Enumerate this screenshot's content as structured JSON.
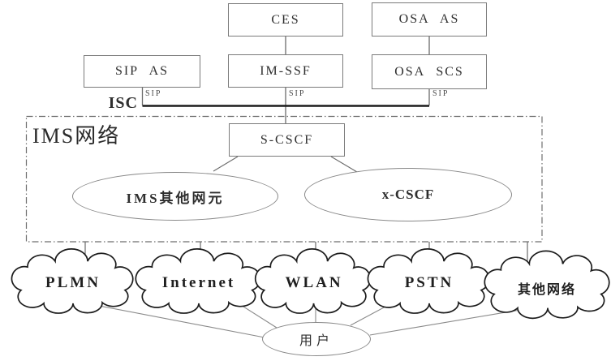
{
  "diagram": {
    "boxes": [
      {
        "id": "ces",
        "label": "CES"
      },
      {
        "id": "osa-as",
        "label": "OSA AS"
      },
      {
        "id": "sip-as",
        "label": "SIP AS"
      },
      {
        "id": "im-ssf",
        "label": "IM-SSF"
      },
      {
        "id": "osa-scs",
        "label": "OSA SCS"
      },
      {
        "id": "s-cscf",
        "label": "S-CSCF"
      }
    ],
    "ellipses": [
      {
        "id": "ims-other-elements",
        "label": "IMS其他网元"
      },
      {
        "id": "x-cscf",
        "label": "x-CSCF"
      },
      {
        "id": "user",
        "label": "用户"
      }
    ],
    "clouds": [
      {
        "id": "plmn",
        "label": "PLMN"
      },
      {
        "id": "internet",
        "label": "Internet"
      },
      {
        "id": "wlan",
        "label": "WLAN"
      },
      {
        "id": "pstn",
        "label": "PSTN"
      },
      {
        "id": "other-networks",
        "label": "其他网络"
      }
    ],
    "labels": {
      "isc": "ISC",
      "sip_sip_as": "SIP",
      "sip_im_ssf": "SIP",
      "sip_osa_scs": "SIP",
      "ims_network": "IMS网络"
    },
    "colors": {
      "connector_line": "#6b6b6b",
      "isc_bus": "#1c1c1c",
      "cloud_stroke": "#1c1c1c",
      "box_border": "#7a7a7a",
      "dashed_border": "#6e6e6e",
      "text": "#2e2e2e",
      "background": "#ffffff"
    }
  }
}
